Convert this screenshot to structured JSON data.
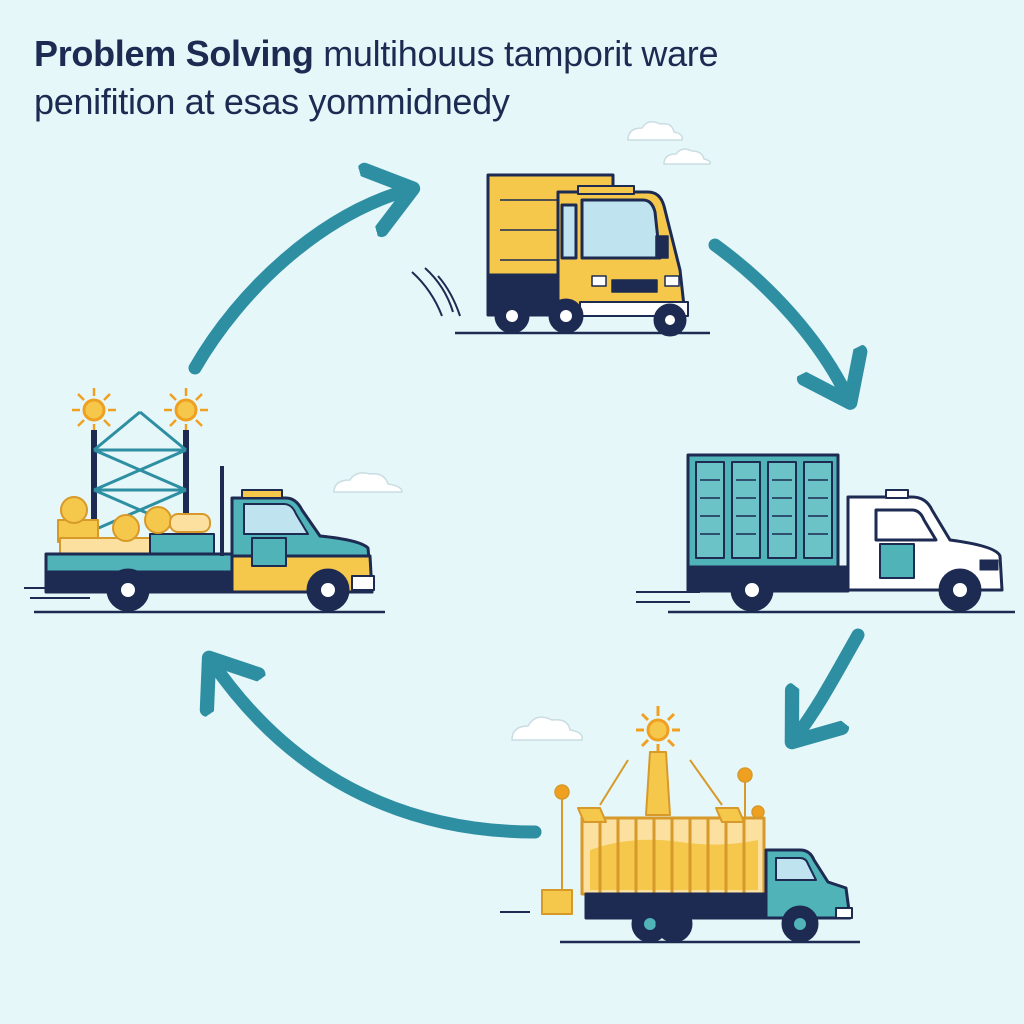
{
  "title": {
    "bold": "Problem Solving",
    "rest": " multihouus tamporit ware",
    "line2": "penifition at esas yommidnedy"
  },
  "colors": {
    "background": "#e6f7fa",
    "arrow": "#2e8fa3",
    "navy": "#1d2a52",
    "yellow": "#f5c84c",
    "teal": "#4fb3b8",
    "white": "#ffffff"
  },
  "diagram": {
    "type": "cycle",
    "steps": [
      {
        "icon": "yellow-box-truck-icon"
      },
      {
        "icon": "container-truck-icon"
      },
      {
        "icon": "cargo-cage-truck-icon"
      },
      {
        "icon": "flatbed-power-truck-icon"
      }
    ],
    "arrows": [
      "arrow-icon",
      "arrow-icon",
      "arrow-icon",
      "arrow-icon"
    ]
  }
}
